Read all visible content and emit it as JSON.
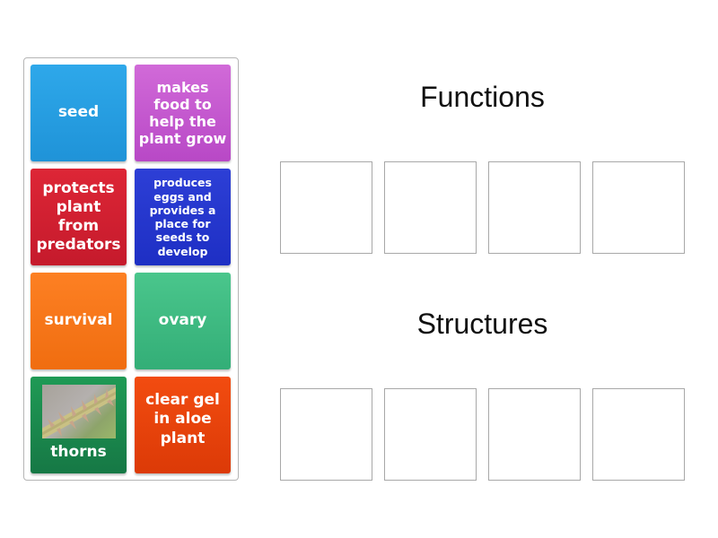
{
  "groups": {
    "functions": {
      "title": "Functions",
      "slots": 4
    },
    "structures": {
      "title": "Structures",
      "slots": 4
    }
  },
  "tiles": [
    {
      "label": "seed",
      "color": "#2ea8ea"
    },
    {
      "label": "makes food to help the plant grow",
      "color": "#c85ad0"
    },
    {
      "label": "protects plant from predators",
      "color": "#d42132"
    },
    {
      "label": "produces eggs and provides a place for seeds to develop",
      "color": "#2535cc"
    },
    {
      "label": "survival",
      "color": "#f87819"
    },
    {
      "label": "ovary",
      "color": "#40bb82"
    },
    {
      "label": "thorns",
      "color": "#1c8a4e",
      "image": "thorny-stem-photo"
    },
    {
      "label": "clear gel in aloe plant",
      "color": "#e8430c"
    }
  ]
}
